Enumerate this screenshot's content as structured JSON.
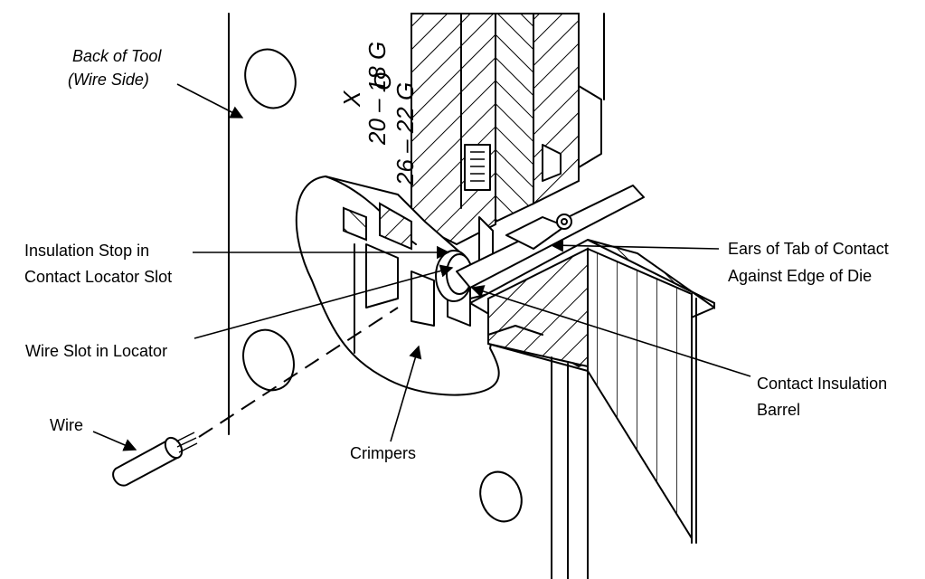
{
  "labels": {
    "back_of_tool_1": "Back of Tool",
    "back_of_tool_2": "(Wire Side)",
    "insulation_stop_1": "Insulation Stop in",
    "insulation_stop_2": "Contact Locator Slot",
    "wire_slot": "Wire Slot in Locator",
    "wire": "Wire",
    "crimpers": "Crimpers",
    "ears_1": "Ears of Tab of Contact",
    "ears_2": "Against Edge of Die",
    "contact_barrel_1": "Contact Insulation",
    "contact_barrel_2": "Barrel"
  },
  "die_markings": {
    "x_mark": "X",
    "range_upper": "20 – 18 G",
    "o_mark": "O",
    "range_lower": "26 – 22 G"
  },
  "colors": {
    "ink": "#000000",
    "paper": "#ffffff"
  }
}
